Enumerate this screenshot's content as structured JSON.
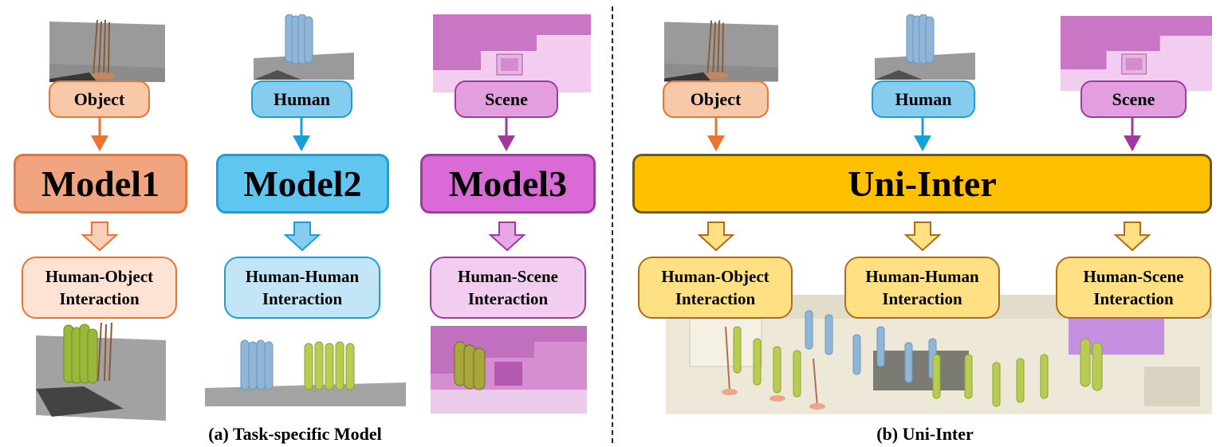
{
  "panel_a": {
    "caption": "(a) Task-specific Model",
    "columns": [
      {
        "input": "Object",
        "model": "Model1",
        "output": "Human-Object\nInteraction"
      },
      {
        "input": "Human",
        "model": "Model2",
        "output": "Human-Human\nInteraction"
      },
      {
        "input": "Scene",
        "model": "Model3",
        "output": "Human-Scene\nInteraction"
      }
    ]
  },
  "panel_b": {
    "caption": "(b) Uni-Inter",
    "inputs": [
      "Object",
      "Human",
      "Scene"
    ],
    "model": "Uni-Inter",
    "outputs": [
      "Human-Object\nInteraction",
      "Human-Human\nInteraction",
      "Human-Scene\nInteraction"
    ]
  },
  "colors": {
    "object": {
      "fill": "#f8c9a8",
      "stroke": "#ea7335",
      "model_fill": "#f0a47f",
      "out_fill": "#fce3d4"
    },
    "human": {
      "fill": "#86ccee",
      "stroke": "#1aa0d8",
      "model_fill": "#5fc6ef",
      "out_fill": "#c2e6f7"
    },
    "scene": {
      "fill": "#e39ee0",
      "stroke": "#a03a9e",
      "model_fill": "#da6bd6",
      "out_fill": "#f2cdf0"
    },
    "uni": {
      "fill": "#ffc000",
      "stroke": "#6b5a17",
      "out_fill": "#ffe083",
      "out_stroke": "#b06b1c",
      "arrow_fill": "#ffe083"
    }
  }
}
